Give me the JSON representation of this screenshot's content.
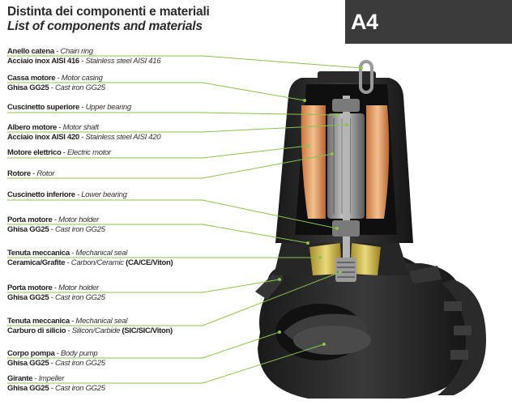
{
  "title": {
    "it": "Distinta dei componenti e materiali",
    "en": "List of components and materials"
  },
  "badge": "A4",
  "labels": [
    {
      "it": "Anello catena",
      "en": "Chain ring"
    },
    {
      "it": "Acciaio inox AISI 416",
      "en": "Stainless steel AISI 416"
    },
    {
      "it": "Cassa motore",
      "en": "Motor casing"
    },
    {
      "it": "Ghisa GG25",
      "en": "Cast iron GG25"
    },
    {
      "it": "Cuscinetto superiore",
      "en": "Upper bearing"
    },
    {
      "it": "Albero motore",
      "en": "Motor shaft"
    },
    {
      "it": "Acciaio inox AISI 420",
      "en": "Stainless steel AISI 420"
    },
    {
      "it": "Motore elettrico",
      "en": "Electric motor"
    },
    {
      "it": "Rotore",
      "en": "Rotor"
    },
    {
      "it": "Cuscinetto inferiore",
      "en": "Lower bearing"
    },
    {
      "it": "Porta motore",
      "en": "Motor holder"
    },
    {
      "it": "Ghisa GG25",
      "en": "Cast iron GG25"
    },
    {
      "it": "Tenuta meccanica",
      "en": "Mechanical seal"
    },
    {
      "it": "Ceramica/Grafite",
      "en": "Carbon/Ceramic",
      "extra": "(CA/CE/Viton)"
    },
    {
      "it": "Porta motore",
      "en": "Motor holder"
    },
    {
      "it": "Ghisa GG25",
      "en": "Cast iron GG25"
    },
    {
      "it": "Tenuta meccanica",
      "en": "Mechanical seal"
    },
    {
      "it": "Carburo di silicio",
      "en": "Silicon/Carbide",
      "extra": "(SIC/SIC/Viton)"
    },
    {
      "it": "Corpo pompa",
      "en": "Body pump"
    },
    {
      "it": "Ghisa GG25",
      "en": "Cast iron GG25"
    },
    {
      "it": "Girante",
      "en": "Impeller"
    },
    {
      "it": "Ghisa GG25",
      "en": "Cast iron GG25"
    }
  ],
  "colors": {
    "leader_line": "#8bc34a",
    "pump_body": "#2b2b2b",
    "winding": "#e8a36a",
    "rotor": "#8a8a8a",
    "seal": "#d9c15a"
  }
}
